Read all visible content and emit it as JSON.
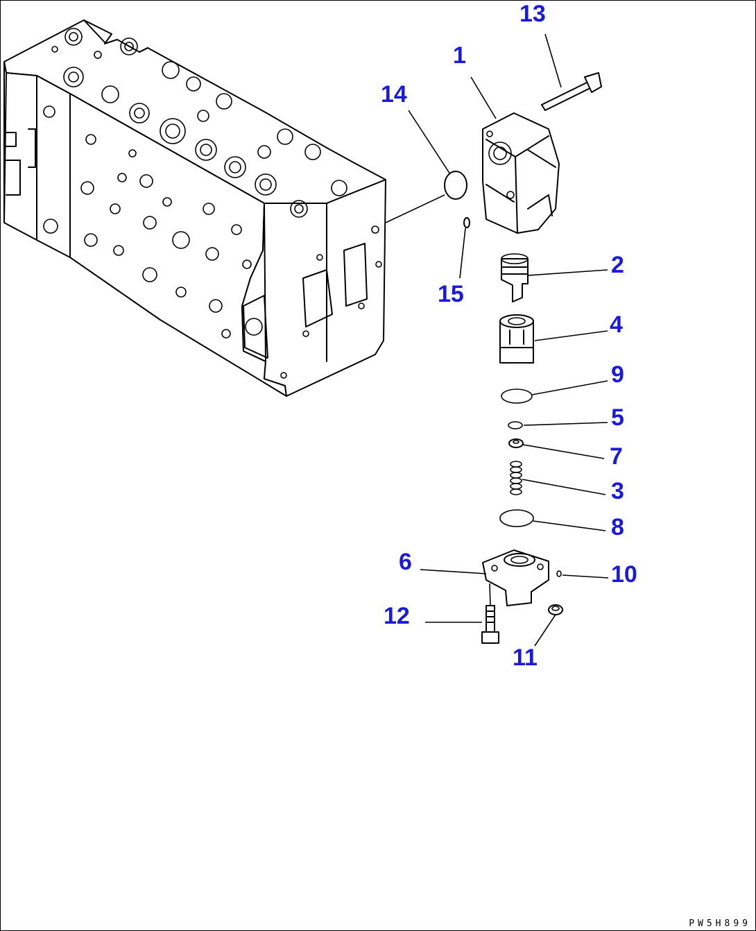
{
  "drawing_code": "PW5H899",
  "callouts": [
    {
      "id": "1",
      "text": "1"
    },
    {
      "id": "2",
      "text": "2"
    },
    {
      "id": "3",
      "text": "3"
    },
    {
      "id": "4",
      "text": "4"
    },
    {
      "id": "5",
      "text": "5"
    },
    {
      "id": "6",
      "text": "6"
    },
    {
      "id": "7",
      "text": "7"
    },
    {
      "id": "8",
      "text": "8"
    },
    {
      "id": "9",
      "text": "9"
    },
    {
      "id": "10",
      "text": "10"
    },
    {
      "id": "11",
      "text": "11"
    },
    {
      "id": "12",
      "text": "12"
    },
    {
      "id": "13",
      "text": "13"
    },
    {
      "id": "14",
      "text": "14"
    },
    {
      "id": "15",
      "text": "15"
    }
  ],
  "colors": {
    "callout": "#1a1adc",
    "line": "#000000",
    "background": "#ffffff"
  }
}
